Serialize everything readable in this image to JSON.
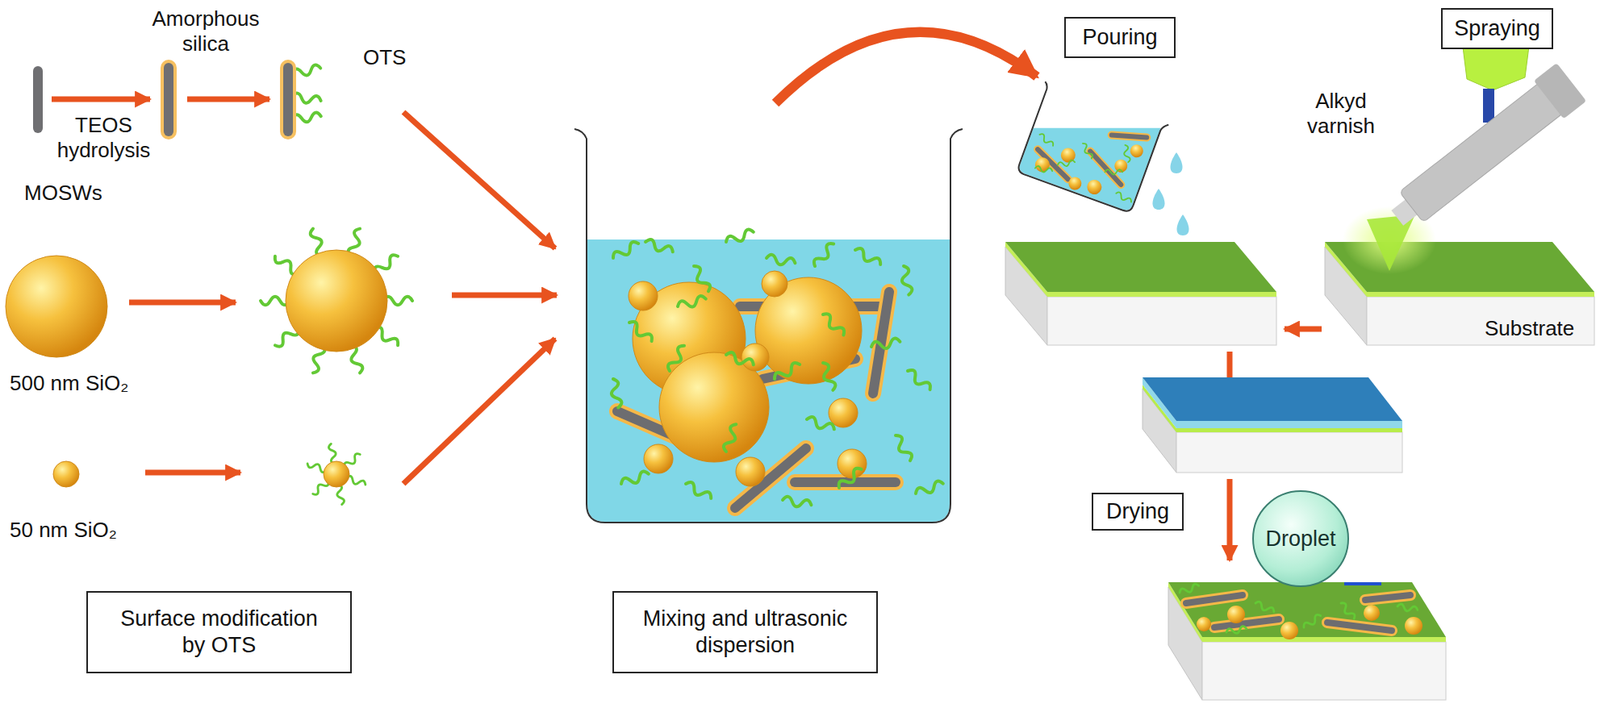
{
  "diagram": {
    "nodes": [
      {
        "text": [
          "Surface modification by OTS"
        ]
      },
      {
        "text": [
          "Mixing and ultrasonic dispersion"
        ]
      },
      {
        "text": [
          "Pouring"
        ]
      },
      {
        "text": [
          "Spraying"
        ]
      },
      {
        "text": [
          "Drying"
        ]
      },
      {
        "text": [
          "Droplet"
        ]
      }
    ],
    "labels": [
      "Amorphous silica",
      "TEOS hydrolysis",
      "OTS",
      "MOSWs",
      "500 nm SiO₂",
      "50 nm SiO₂",
      "Alkyd varnish",
      "Substrate"
    ]
  }
}
